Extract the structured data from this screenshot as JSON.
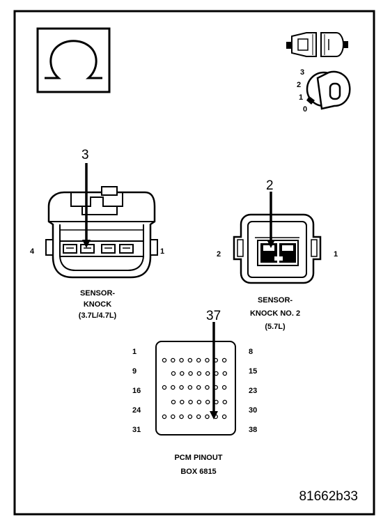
{
  "figure_id": "81662b33",
  "ignition_positions": [
    "3",
    "2",
    "1",
    "0"
  ],
  "connector_left": {
    "callout": "3",
    "pin_left": "4",
    "pin_right": "1",
    "caption_lines": [
      "SENSOR-",
      "KNOCK",
      "(3.7L/4.7L)"
    ]
  },
  "connector_right": {
    "callout": "2",
    "pin_left": "2",
    "pin_right": "1",
    "caption_lines": [
      "SENSOR-",
      "KNOCK NO. 2",
      "(5.7L)"
    ]
  },
  "pcm": {
    "callout": "37",
    "row_labels_left": [
      "1",
      "9",
      "16",
      "24",
      "31"
    ],
    "row_labels_right": [
      "8",
      "15",
      "23",
      "30",
      "38"
    ],
    "caption_lines": [
      "PCM PINOUT",
      "BOX 6815"
    ]
  }
}
